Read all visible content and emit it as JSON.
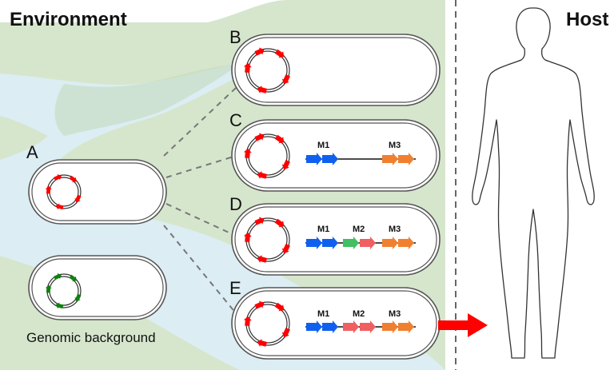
{
  "environment_title": "Environment",
  "host_title": "Host",
  "genomic_background_label": "Genomic background",
  "panels": [
    {
      "letter": "A",
      "plasmid_arrow_color": "#ff0000"
    },
    {
      "letter": "B",
      "plasmid_arrow_color": "#ff0000"
    },
    {
      "letter": "C",
      "plasmid_arrow_color": "#ff0000",
      "markers": [
        "M1",
        "M3"
      ]
    },
    {
      "letter": "D",
      "plasmid_arrow_color": "#ff0000",
      "markers": [
        "M1",
        "M2",
        "M3"
      ]
    },
    {
      "letter": "E",
      "plasmid_arrow_color": "#ff0000",
      "markers": [
        "M1",
        "M2",
        "M3"
      ]
    }
  ],
  "background_plasmid_arrow_color": "#108010",
  "colors": {
    "module_m1": "#1060f0",
    "module_m2_green": "#40c060",
    "module_m2_pink": "#f06060",
    "module_m3": "#f08030",
    "land": "#d6e6cd",
    "river": "#dcedf3",
    "transfer_arrow": "#ff0000"
  }
}
